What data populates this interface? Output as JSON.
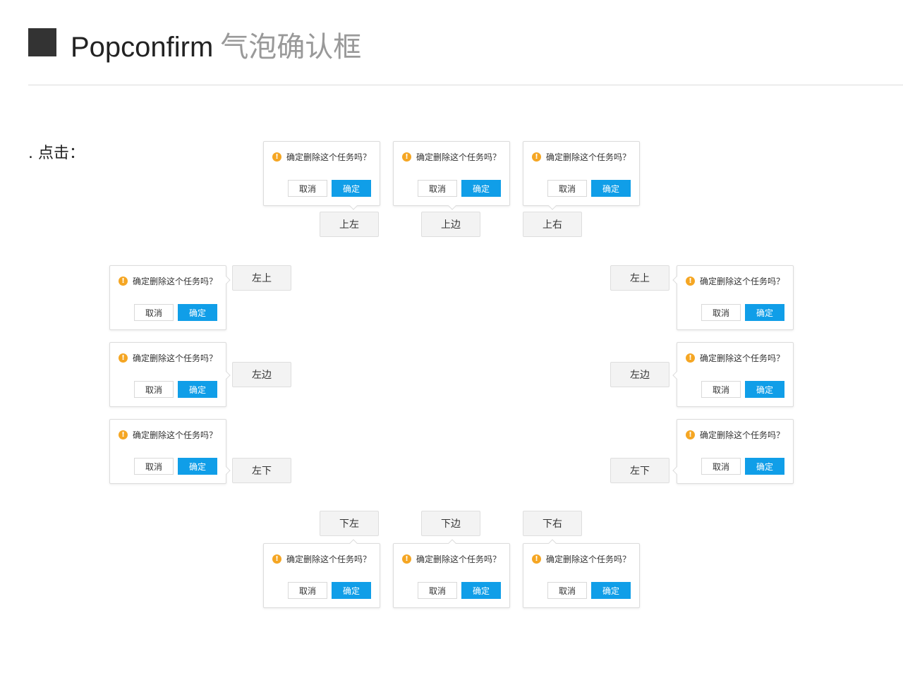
{
  "header": {
    "title_en": "Popconfirm",
    "title_cn": "气泡确认框"
  },
  "section": {
    "label": ". 点击："
  },
  "popconfirm": {
    "message": "确定删除这个任务吗？",
    "cancel": "取消",
    "ok": "确定",
    "warning_icon": "exclamation-circle-icon",
    "accent_color": "#109ee8",
    "warning_color": "#f5a623"
  },
  "triggers": {
    "top_left": "上左",
    "top": "上边",
    "top_right": "上右",
    "left_top": "左上",
    "left": "左边",
    "left_bottom": "左下",
    "right_top": "左上",
    "right": "左边",
    "right_bottom": "左下",
    "bottom_left": "下左",
    "bottom": "下边",
    "bottom_right": "下右"
  }
}
